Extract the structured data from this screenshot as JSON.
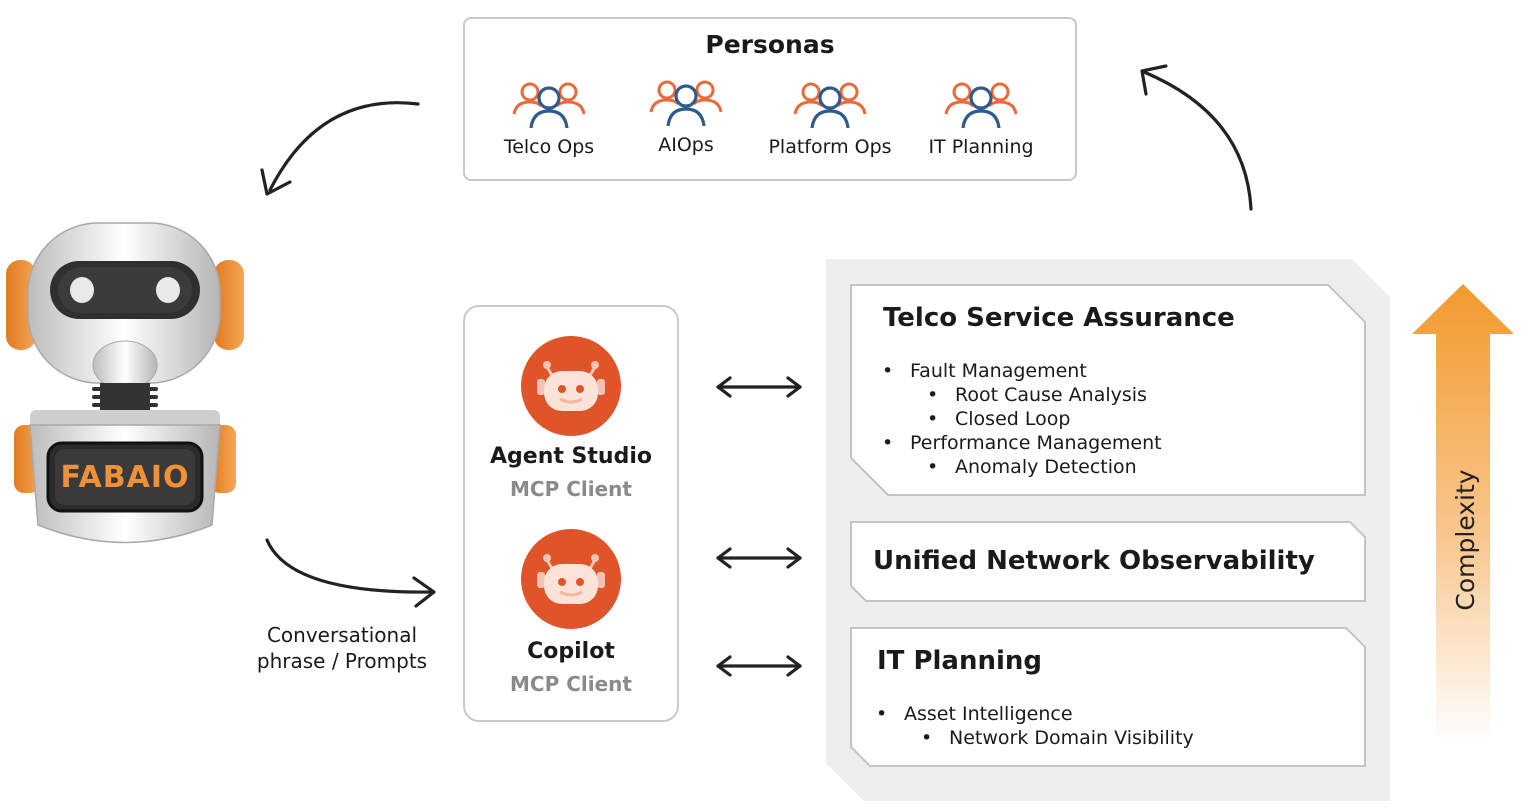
{
  "personas": {
    "title": "Personas",
    "items": [
      {
        "label": "Telco Ops"
      },
      {
        "label": "AIOps"
      },
      {
        "label": "Platform Ops"
      },
      {
        "label": "IT Planning"
      }
    ]
  },
  "robot": {
    "badge": "FABAIO"
  },
  "prompts_label": {
    "line1": "Conversational",
    "line2": "phrase / Prompts"
  },
  "clients": [
    {
      "name": "Agent Studio",
      "sub": "MCP Client"
    },
    {
      "name": "Copilot",
      "sub": "MCP Client"
    }
  ],
  "domains": {
    "telco": {
      "title": "Telco Service Assurance",
      "bullets": [
        {
          "level": 1,
          "text": "Fault Management"
        },
        {
          "level": 2,
          "text": "Root Cause Analysis"
        },
        {
          "level": 2,
          "text": "Closed Loop"
        },
        {
          "level": 1,
          "text": "Performance Management"
        },
        {
          "level": 2,
          "text": "Anomaly Detection"
        }
      ]
    },
    "observability": {
      "title": "Unified Network Observability"
    },
    "it_planning": {
      "title": "IT Planning",
      "bullets": [
        {
          "level": 1,
          "text": "Asset Intelligence"
        },
        {
          "level": 2,
          "text": "Network Domain Visibility"
        }
      ]
    }
  },
  "complexity": {
    "label": "Complexity"
  },
  "colors": {
    "accent_orange": "#f0913a",
    "client_red": "#e0542a",
    "persona_blue": "#2e5a8c",
    "persona_orange": "#ea6a3a",
    "panel_gray": "#eeeeee",
    "border_gray": "#c9c9c9"
  }
}
